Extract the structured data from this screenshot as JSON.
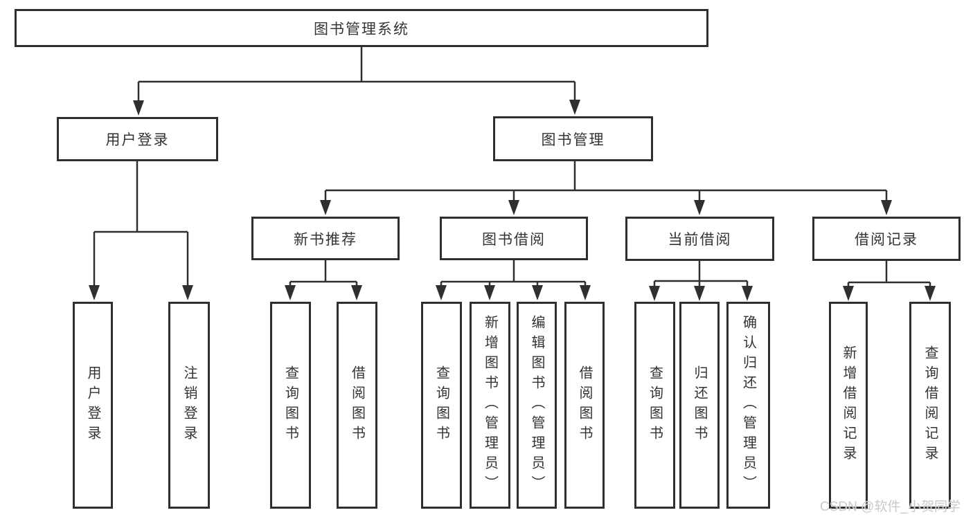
{
  "tree": {
    "root": {
      "label": "图书管理系统"
    },
    "branches": [
      {
        "label": "用户登录",
        "children": [
          {
            "label": "用户登录"
          },
          {
            "label": "注销登录"
          }
        ]
      },
      {
        "label": "图书管理",
        "children": [
          {
            "label": "新书推荐",
            "children": [
              {
                "label": "查询图书"
              },
              {
                "label": "借阅图书"
              }
            ]
          },
          {
            "label": "图书借阅",
            "children": [
              {
                "label": "查询图书"
              },
              {
                "label": "新增图书（管理员）"
              },
              {
                "label": "编辑图书（管理员）"
              },
              {
                "label": "借阅图书"
              }
            ]
          },
          {
            "label": "当前借阅",
            "children": [
              {
                "label": "查询图书"
              },
              {
                "label": "归还图书"
              },
              {
                "label": "确认归还（管理员）"
              }
            ]
          },
          {
            "label": "借阅记录",
            "children": [
              {
                "label": "新增借阅记录"
              },
              {
                "label": "查询借阅记录"
              }
            ]
          }
        ]
      }
    ]
  },
  "watermark": {
    "text": "CSDN @软件_小贺同学"
  },
  "colors": {
    "line": "#2f2f2f",
    "arrow": "#2f2f2f",
    "box_border": "#2f2f2f",
    "text": "#333333",
    "watermark": "#c9c9c9",
    "background": "#ffffff"
  }
}
